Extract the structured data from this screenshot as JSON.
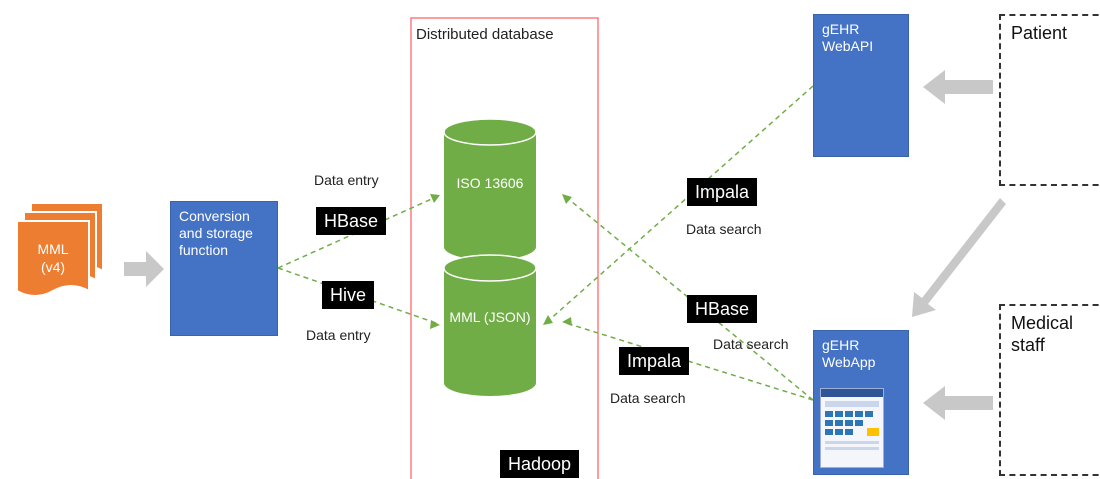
{
  "mml_doc": {
    "line1": "MML",
    "line2": "(v4)"
  },
  "conversion_box": {
    "text": "Conversion and storage function"
  },
  "distributed_db": {
    "title": "Distributed database"
  },
  "cylinder_iso": {
    "label": "ISO 13606"
  },
  "cylinder_mml": {
    "label": "MML (JSON)"
  },
  "hbase_entry": {
    "tag": "HBase",
    "caption": "Data entry"
  },
  "hive_entry": {
    "tag": "Hive",
    "caption": "Data entry"
  },
  "impala_top": {
    "tag": "Impala",
    "caption": "Data search"
  },
  "hbase_search": {
    "tag": "HBase",
    "caption": "Data search"
  },
  "impala_bottom": {
    "tag": "Impala",
    "caption": "Data search"
  },
  "hadoop": {
    "tag": "Hadoop"
  },
  "webapi_box": {
    "line1": "gEHR",
    "line2": "WebAPI"
  },
  "webapp_box": {
    "line1": "gEHR",
    "line2": "WebApp"
  },
  "patient_box": {
    "text": "Patient"
  },
  "medical_box": {
    "line1": "Medical",
    "line2": "staff"
  },
  "colors": {
    "orange": "#ed7d31",
    "blue": "#4472c4",
    "green": "#70ad47",
    "red_border": "#ff7c80",
    "arrow_gray": "#c8c8c8",
    "dashed_green": "#70ad47"
  }
}
